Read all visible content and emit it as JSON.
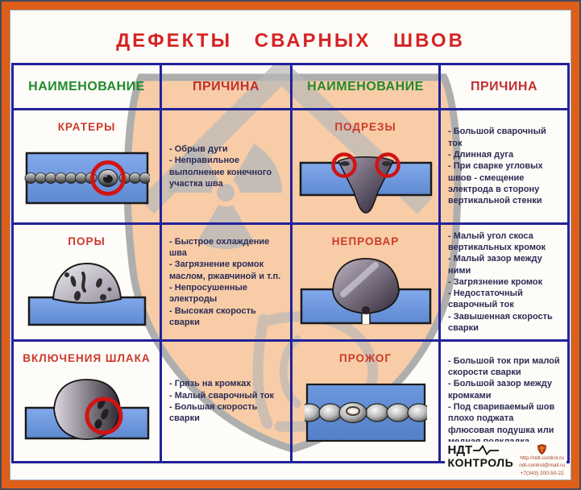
{
  "title": "ДЕФЕКТЫ  СВАРНЫХ  ШВОВ",
  "table": {
    "headers": [
      "НАИМЕНОВАНИЕ",
      "ПРИЧИНА",
      "НАИМЕНОВАНИЕ",
      "ПРИЧИНА"
    ],
    "defects": [
      {
        "name": "КРАТЕРЫ",
        "illustration": "weld-bead-top-view-with-crater",
        "causes": [
          "- Обрыв дуги",
          "- Неправильное выполнение конечного участка шва"
        ]
      },
      {
        "name": "ПОДРЕЗЫ",
        "illustration": "weld-cross-section-with-undercuts",
        "causes": [
          "- Большой сварочный ток",
          "- Длинная дуга",
          "- При сварке угловых швов - смещение электрода в сторону вертикальной стенки"
        ]
      },
      {
        "name": "ПОРЫ",
        "illustration": "weld-cross-section-with-pores",
        "causes": [
          "- Быстрое охлаждение шва",
          "- Загрязнение кромок маслом, ржавчиной и т.п.",
          "- Непросушенные электроды",
          "- Высокая скорость сварки"
        ]
      },
      {
        "name": "НЕПРОВАР",
        "illustration": "weld-cross-section-lack-of-fusion",
        "causes": [
          "- Малый угол скоса вертикальных кромок",
          "- Малый зазор между ними",
          "- Загрязнение кромок",
          "- Недостаточный сварочный ток",
          "- Завышенная скорость сварки"
        ]
      },
      {
        "name": "ВКЛЮЧЕНИЯ ШЛАКА",
        "illustration": "weld-cross-section-slag-inclusions",
        "causes": [
          "- Грязь на кромках",
          "- Малый сварочный ток",
          "- Большая скорость сварки"
        ]
      },
      {
        "name": "ПРОЖОГ",
        "illustration": "weld-bead-top-view-burn-through",
        "causes": [
          "- Большой ток при малой скорости сварки",
          "- Большой зазор между кромками",
          "- Под свариваемый шов плохо поджата флюсовая подушка или медная подкладка"
        ]
      }
    ]
  },
  "footer": {
    "brand_top": "НДТ",
    "brand_bottom": "КОНТРОЛЬ",
    "website": "http://ndt-control.ru",
    "email": "ndt-control@mail.ru",
    "phone": "+7(343) 200-50-22"
  },
  "colors": {
    "frame_orange": "#de5f1a",
    "grid_blue": "#22229a",
    "title_red": "#d42424",
    "header_green": "#218a2c",
    "header_red": "#c22f2f",
    "defect_name_red": "#cc392b",
    "cause_text": "#2c2c55",
    "watermark_peach": "#f7cba3",
    "watermark_gray": "#b5b5b5",
    "plate_blue": "#6f9be2",
    "highlight_ring_red": "#d01414"
  }
}
